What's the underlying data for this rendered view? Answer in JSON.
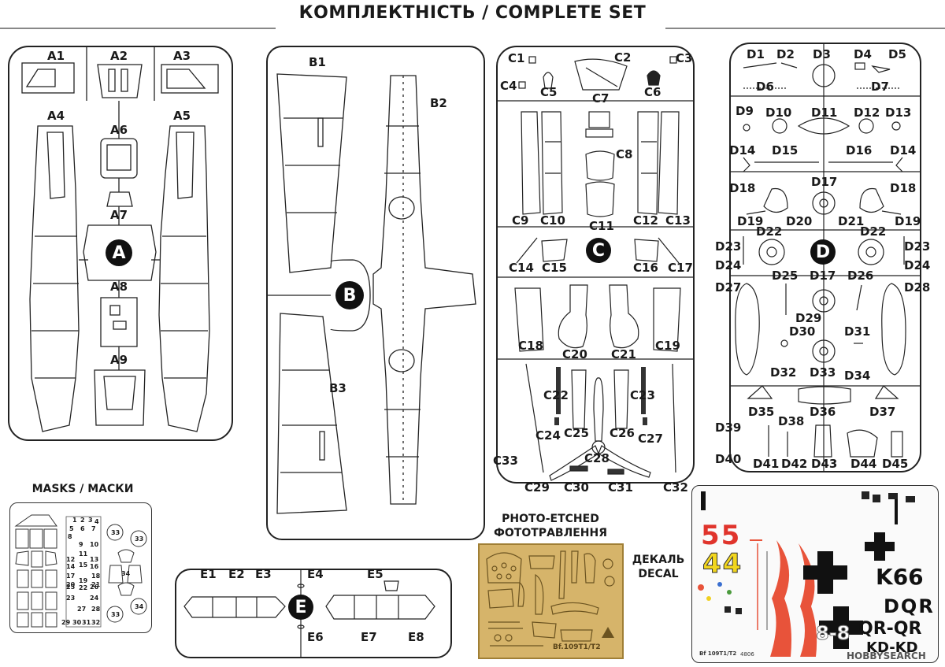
{
  "title": "КОМПЛЕКТНІСТЬ / COMPLETE SET",
  "sprue_a": {
    "badge": "A",
    "labels": [
      "A1",
      "A2",
      "A3",
      "A4",
      "A5",
      "A6",
      "A7",
      "A8",
      "A9"
    ]
  },
  "sprue_b": {
    "badge": "B",
    "labels": [
      "B1",
      "B2",
      "B3"
    ]
  },
  "sprue_c": {
    "badge": "C",
    "labels": [
      "C1",
      "C2",
      "C3",
      "C4",
      "C5",
      "C6",
      "C7",
      "C8",
      "C9",
      "C10",
      "C11",
      "C12",
      "C13",
      "C14",
      "C15",
      "C16",
      "C17",
      "C18",
      "C19",
      "C20",
      "C21",
      "C22",
      "C23",
      "C24",
      "C25",
      "C26",
      "C27",
      "C28",
      "C29",
      "C30",
      "C31",
      "C32",
      "C33"
    ]
  },
  "sprue_d": {
    "badge": "D",
    "labels": [
      "D1",
      "D2",
      "D3",
      "D4",
      "D5",
      "D6",
      "D7",
      "D9",
      "D10",
      "D11",
      "D12",
      "D13",
      "D14",
      "D15",
      "D16",
      "D14",
      "D18",
      "D17",
      "D18",
      "D19",
      "D20",
      "D21",
      "D19",
      "D22",
      "D22",
      "D23",
      "D23",
      "D24",
      "D24",
      "D25",
      "D17",
      "D26",
      "D27",
      "D28",
      "D29",
      "D31",
      "D30",
      "D32",
      "D33",
      "D34",
      "D35",
      "D36",
      "D37",
      "D38",
      "D39",
      "D40",
      "D41",
      "D42",
      "D43",
      "D44",
      "D45"
    ]
  },
  "sprue_e": {
    "badge": "E",
    "labels": [
      "E1",
      "E2",
      "E3",
      "E4",
      "E5",
      "E6",
      "E7",
      "E8"
    ]
  },
  "masks": {
    "caption": "MASKS / МАСКИ",
    "numbers": [
      "1",
      "2",
      "3",
      "4",
      "5",
      "6",
      "7",
      "8",
      "9",
      "10",
      "11",
      "12",
      "13",
      "14",
      "15",
      "16",
      "17",
      "18",
      "19",
      "20",
      "21",
      "22",
      "23",
      "24",
      "25",
      "26",
      "27",
      "28",
      "29",
      "30",
      "31",
      "32",
      "33",
      "33",
      "33",
      "34",
      "34"
    ]
  },
  "photo_etched": {
    "caption_en": "PHOTO-ETCHED",
    "caption_ua": "ФОТОТРАВЛЕННЯ",
    "fret_text": "Bf.109T1/T2"
  },
  "decal": {
    "caption_ua": "ДЕКАЛЬ",
    "caption_en": "DECAL",
    "markings": [
      "55",
      "44",
      "K66",
      "DQR",
      "QR-QR",
      "8-8",
      "KD-KD"
    ],
    "footer": "Bf 109T1/T2",
    "code": "4806"
  },
  "watermark": "HOBBYSEARCH"
}
